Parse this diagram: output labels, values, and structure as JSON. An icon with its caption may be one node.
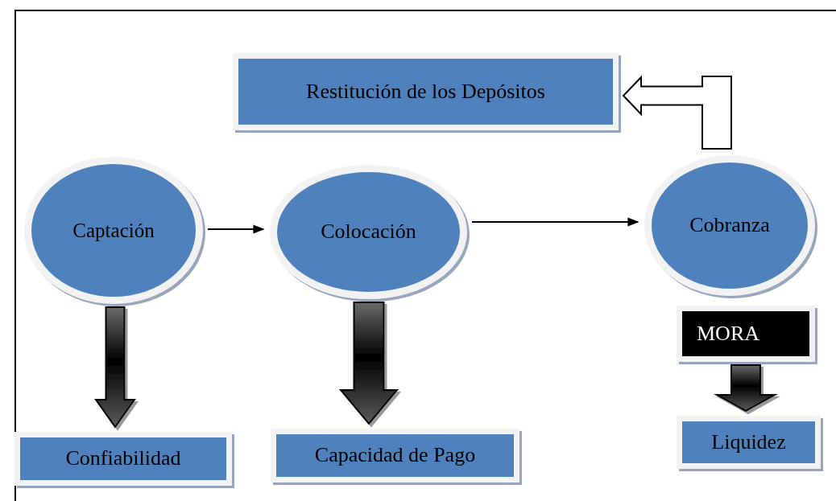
{
  "diagram": {
    "nodes": [
      {
        "text": [
          "Restitución de los Depósitos"
        ]
      },
      {
        "text": [
          "Captación"
        ]
      },
      {
        "text": [
          "Colocación"
        ]
      },
      {
        "text": [
          "Cobranza"
        ]
      },
      {
        "text": [
          "MORA"
        ]
      },
      {
        "text": [
          "Confiabilidad"
        ]
      },
      {
        "text": [
          "Capacidad de Pago"
        ]
      },
      {
        "text": [
          "Liquidez"
        ]
      }
    ],
    "edges": [
      {
        "from": 1,
        "to": 2,
        "arrow": "to"
      },
      {
        "from": 2,
        "to": 3,
        "arrow": "to"
      },
      {
        "from": 3,
        "to": 0,
        "arrow": "to",
        "style": "thick",
        "color": "#ffffff"
      },
      {
        "from": 1,
        "to": 5,
        "arrow": "to",
        "style": "thick"
      },
      {
        "from": 2,
        "to": 6,
        "arrow": "to",
        "style": "thick"
      },
      {
        "from": 4,
        "to": 7,
        "arrow": "to",
        "style": "thick"
      }
    ]
  }
}
